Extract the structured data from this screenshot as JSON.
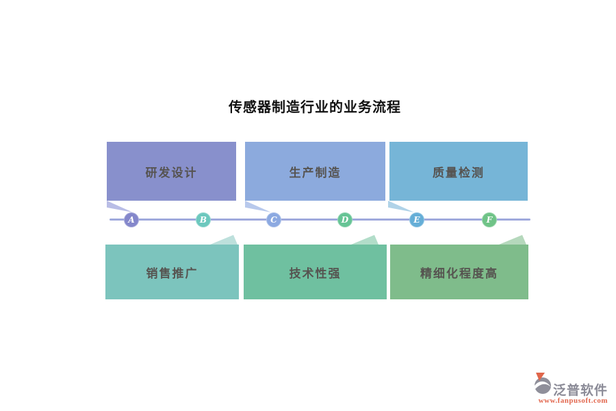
{
  "title": "传感器制造行业的业务流程",
  "timeline": {
    "line_color": "#9fa9dc",
    "nodes": [
      {
        "label": "A",
        "color": "#8487cb"
      },
      {
        "label": "B",
        "color": "#6cc8be"
      },
      {
        "label": "C",
        "color": "#8ca9e1"
      },
      {
        "label": "D",
        "color": "#66c495"
      },
      {
        "label": "E",
        "color": "#65aed7"
      },
      {
        "label": "F",
        "color": "#6fc387"
      }
    ]
  },
  "top_boxes": [
    {
      "label": "研发设计",
      "color": "#8890cc",
      "pointer_color": "#b9bde6"
    },
    {
      "label": "生产制造",
      "color": "#8caadd",
      "pointer_color": "#b8c9ec"
    },
    {
      "label": "质量检测",
      "color": "#76b5d7",
      "pointer_color": "#b0d3e8"
    }
  ],
  "bottom_boxes": [
    {
      "label": "销售推广",
      "color": "#7cc4bd",
      "pointer_color": "#bde0dc"
    },
    {
      "label": "技术性强",
      "color": "#6fc0a0",
      "pointer_color": "#b2ddc9"
    },
    {
      "label": "精细化程度高",
      "color": "#7fbc8b",
      "pointer_color": "#b5d8bc"
    }
  ],
  "watermark": {
    "brand": "泛普软件",
    "url": "www.fanpusoft.com",
    "brand_color": "#8b8b97",
    "url_color": "#e2674e",
    "icon_gray": "#8f8f9a",
    "icon_orange": "#e0664b"
  }
}
